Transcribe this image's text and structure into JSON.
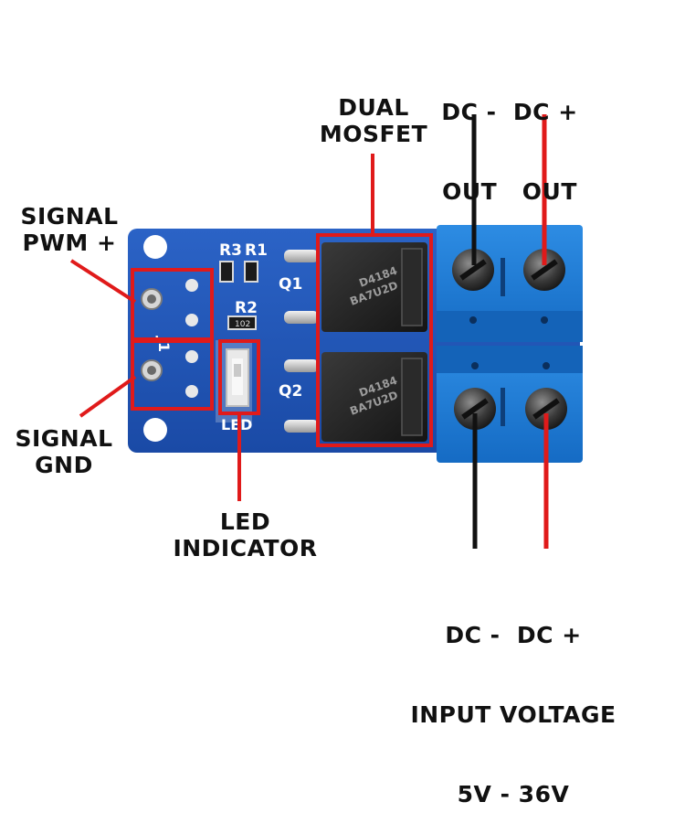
{
  "labels": {
    "signal_pwm": [
      "SIGNAL",
      "PWM +"
    ],
    "signal_gnd": [
      "SIGNAL",
      "GND"
    ],
    "led_indicator": [
      "LED",
      "INDICATOR"
    ],
    "dual_mosfet": [
      "DUAL",
      "MOSFET"
    ],
    "dc_out": [
      "DC -  DC +",
      "OUT   OUT"
    ],
    "dc_in": [
      "DC -  DC +",
      "INPUT VOLTAGE",
      "5V - 36V"
    ]
  },
  "silkscreen": {
    "r3": "R3",
    "r1": "R1",
    "r2": "R2",
    "q1": "Q1",
    "q2": "Q2",
    "j1": "J1",
    "led": "LED",
    "resistor_code_r2": "102",
    "mosfet_1_line1": "D4184",
    "mosfet_1_line2": "BA7U2D",
    "mosfet_2_line1": "D4184",
    "mosfet_2_line2": "BA7U2D"
  },
  "colors": {
    "pcb": "#1f55b8",
    "terminal_block": "#1a78d2",
    "highlight": "#e01a1a",
    "wire_negative": "#111111",
    "wire_positive": "#e01a1a"
  }
}
